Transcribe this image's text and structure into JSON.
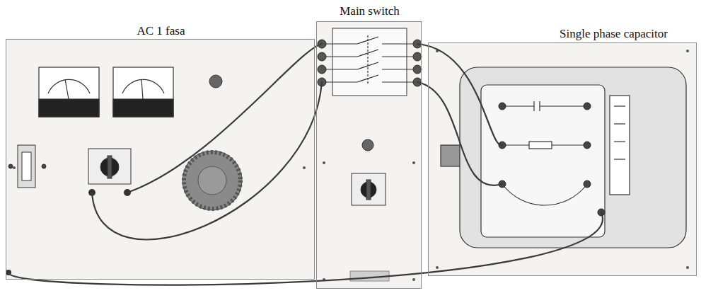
{
  "diagram": {
    "nodes": [
      {
        "text": [
          "AC 1 fasa"
        ]
      },
      {
        "text": [
          "Main switch"
        ]
      },
      {
        "text": [
          "Single phase capacitor"
        ]
      }
    ],
    "edges": [
      {
        "from": 0,
        "to": 1,
        "arrow": "none"
      },
      {
        "from": 0,
        "to": 1,
        "arrow": "none"
      },
      {
        "from": 1,
        "to": 2,
        "arrow": "none"
      },
      {
        "from": 1,
        "to": 2,
        "arrow": "none"
      },
      {
        "from": 0,
        "to": 2,
        "arrow": "none"
      }
    ]
  }
}
